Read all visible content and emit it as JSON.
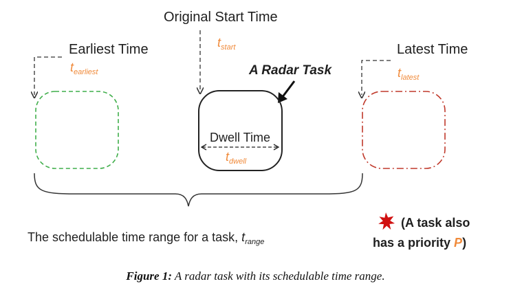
{
  "labels": {
    "original_start_time": "Original Start Time",
    "earliest_time": "Earliest Time",
    "latest_time": "Latest Time",
    "radar_task": "A Radar Task",
    "dwell_time": "Dwell Time",
    "schedulable_range": "The schedulable time range for a task,"
  },
  "symbols": {
    "t": "t",
    "start_sub": "start",
    "earliest_sub": "earliest",
    "latest_sub": "latest",
    "dwell_sub": "dwell",
    "range_sub": "range"
  },
  "note": {
    "line1": "(A task also",
    "line2_prefix": "has a priority",
    "line2_symbol": "P",
    "line2_suffix": ")"
  },
  "caption": {
    "label": "Figure 1:",
    "text": " A radar task with its schedulable time range."
  },
  "colors": {
    "earliest_box": "#3fae4a",
    "latest_box": "#c0392b",
    "accent_orange": "#f08a3a",
    "star": "#d01010"
  }
}
